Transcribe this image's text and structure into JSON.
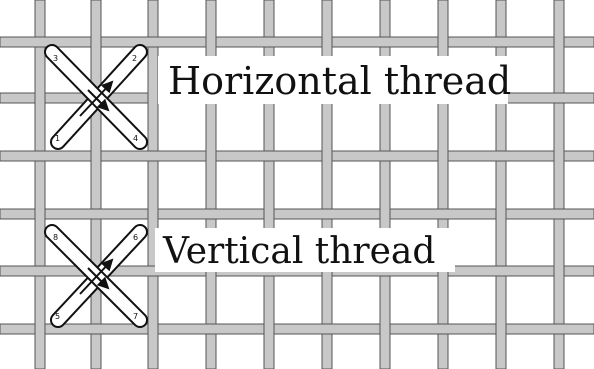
{
  "labels": {
    "horizontal": "Horizontal thread",
    "vertical": "Vertical thread"
  },
  "stitches": {
    "top": {
      "numbers": [
        "1",
        "2",
        "3",
        "4"
      ]
    },
    "bottom": {
      "numbers": [
        "5",
        "6",
        "7",
        "8"
      ]
    }
  },
  "colors": {
    "thread_fill": "#c8c8c8",
    "thread_outline": "#555555",
    "stitch_fill": "#ffffff",
    "stitch_outline": "#111111",
    "text": "#111111",
    "background": "#ffffff"
  }
}
